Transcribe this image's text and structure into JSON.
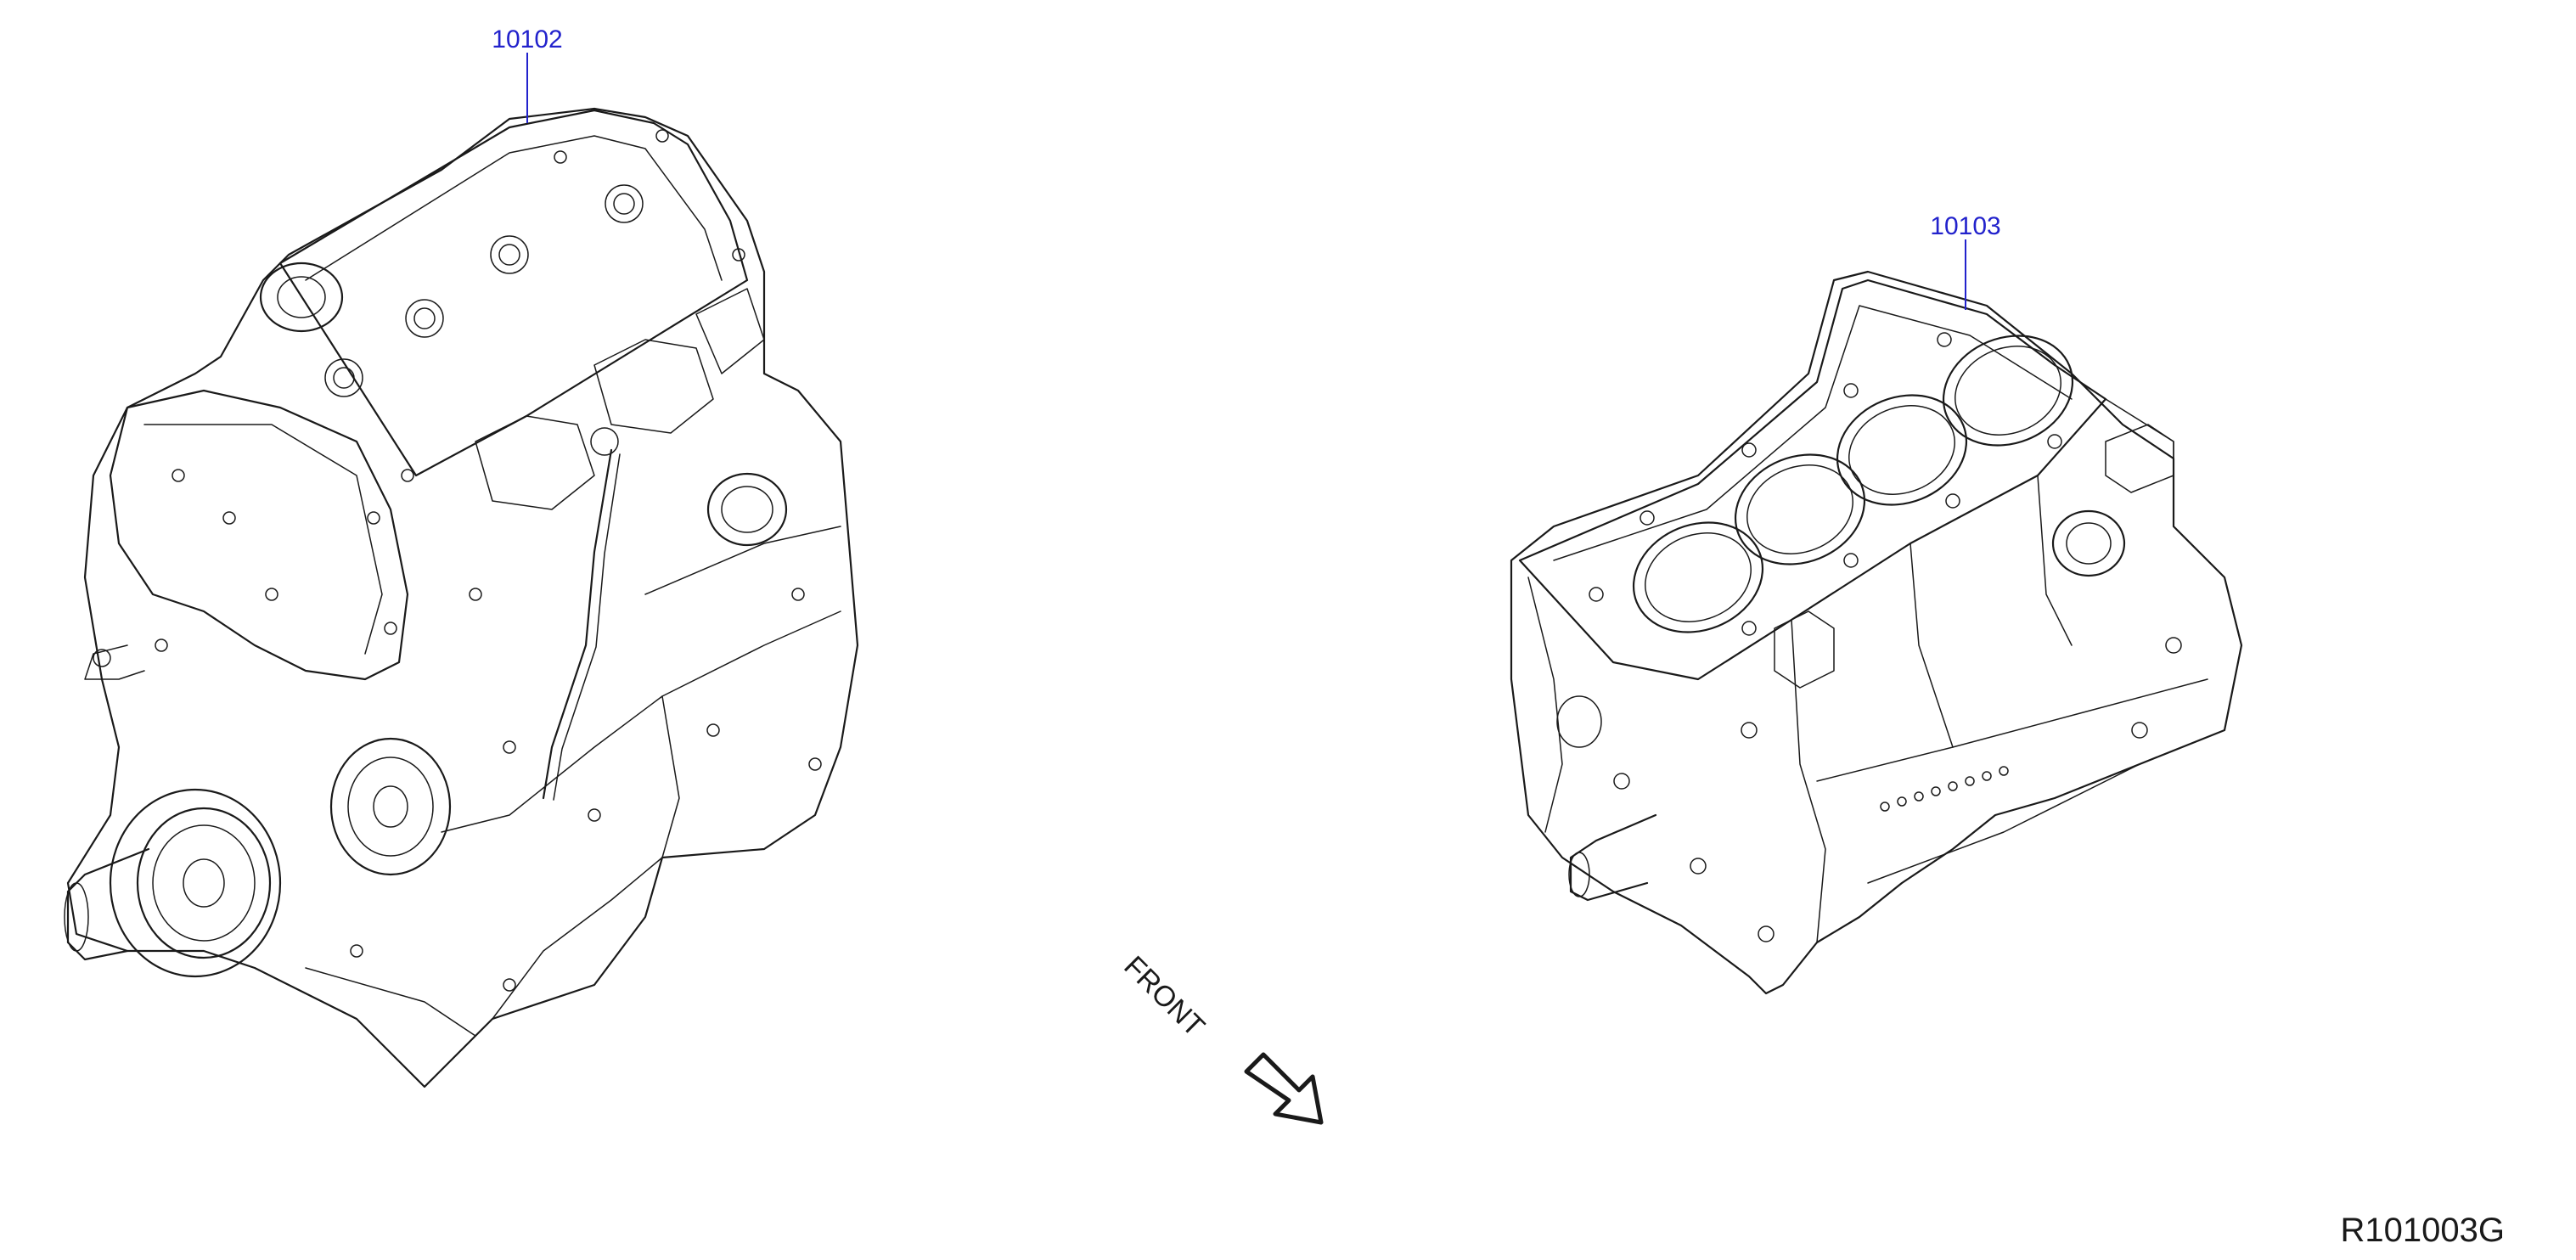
{
  "callouts": {
    "engine_assembly": "10102",
    "cylinder_block": "10103"
  },
  "direction_label": "FRONT",
  "figure_code": "R101003G",
  "colors": {
    "callout": "#2222cc",
    "line_art": "#1a1a1a",
    "background": "#ffffff"
  }
}
